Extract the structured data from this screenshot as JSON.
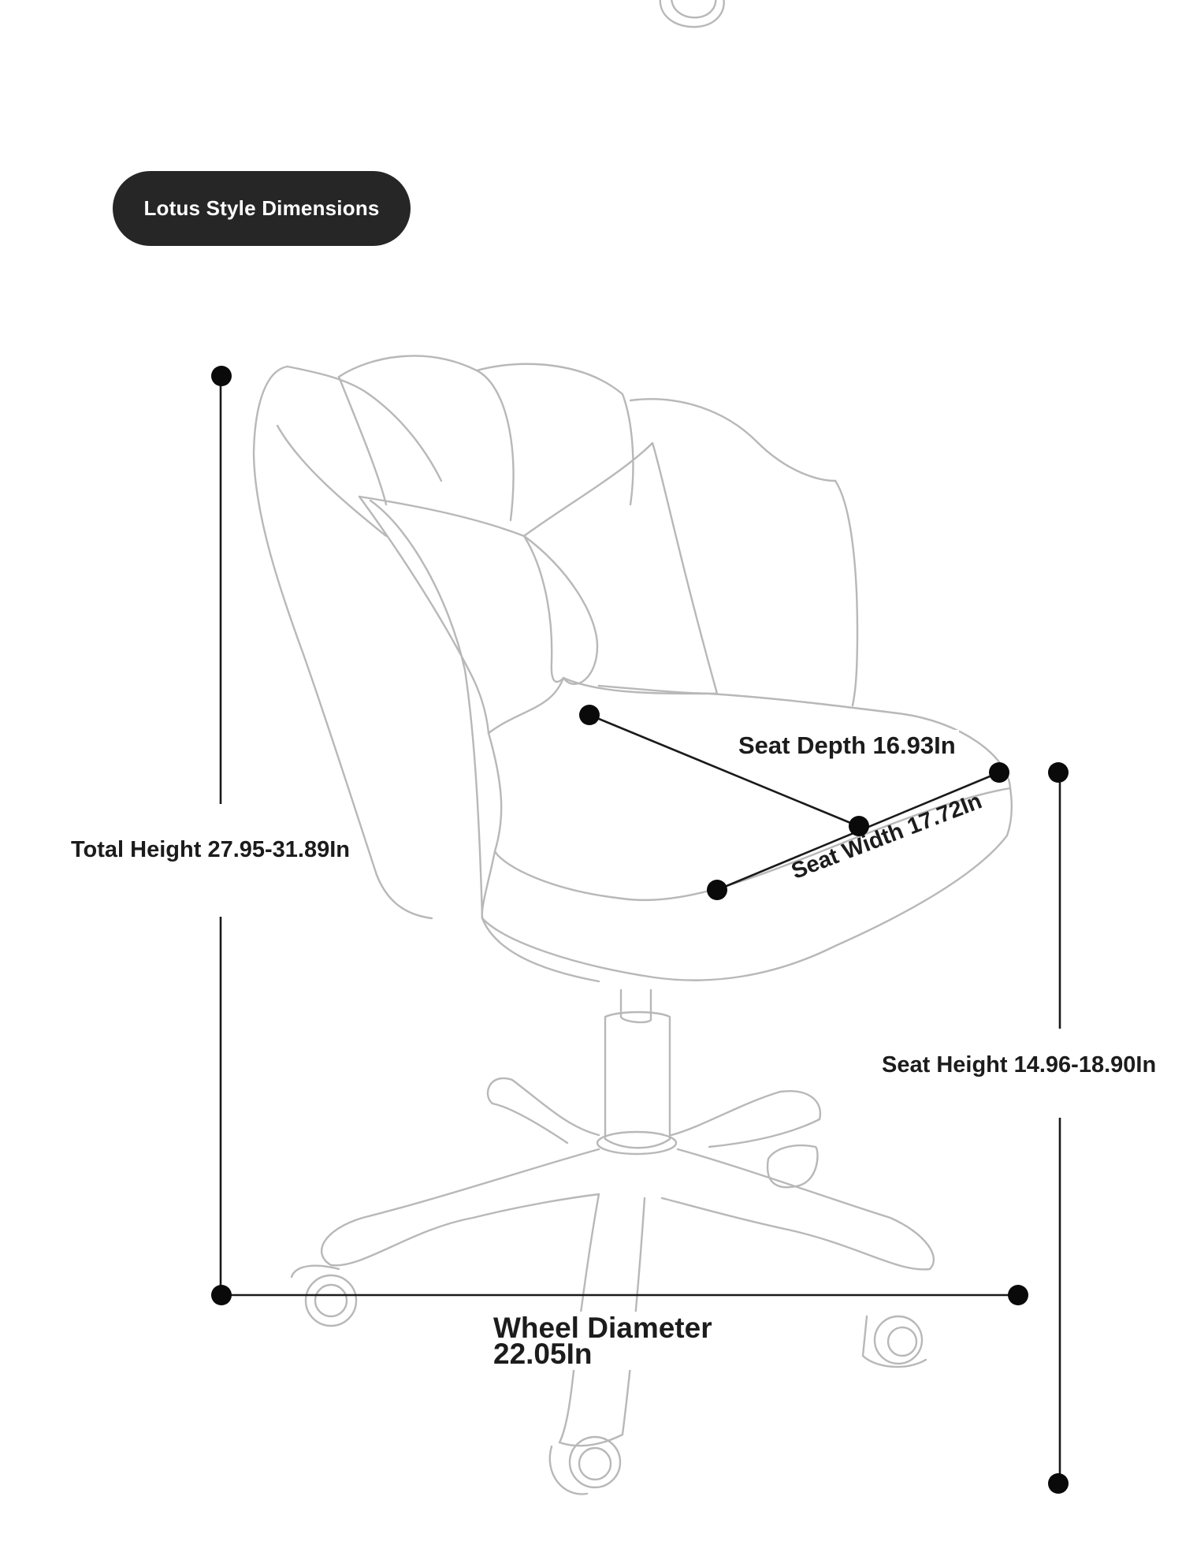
{
  "badge": {
    "title": "Lotus Style Dimensions"
  },
  "dimensions": {
    "total_height": "Total Height 27.95-31.89In",
    "seat_depth": "Seat Depth 16.93In",
    "seat_width": "Seat Width 17.72In",
    "seat_height": "Seat Height 14.96-18.90In",
    "wheel_diameter_line1": "Wheel Diameter",
    "wheel_diameter_line2": "22.05In"
  },
  "colors": {
    "badge_background": "#262626",
    "badge_text": "#ffffff",
    "outline": "#b8b8b8",
    "dimension_line": "#1a1a1a",
    "marker": "#0a0a0a",
    "label_text": "#1c1c1c"
  },
  "icons": {
    "illustration": "office-chair-outline",
    "markers": "dot-marker"
  }
}
